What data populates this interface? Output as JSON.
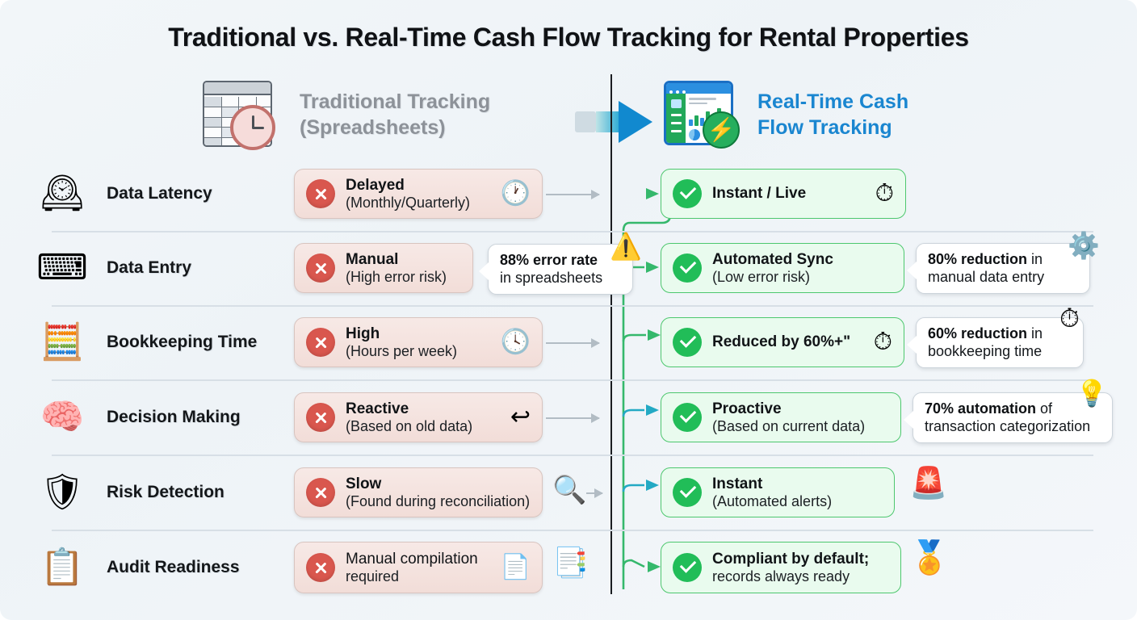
{
  "title": "Traditional vs. Real-Time Cash Flow Tracking for Rental Properties",
  "colors": {
    "accent_blue": "#1a86d0",
    "good_green": "#21bd58",
    "bad_red": "#d9574e",
    "header_gray": "#8d9299",
    "page_bg": "#eef3f7"
  },
  "headers": {
    "left": {
      "line1": "Traditional Tracking",
      "line2": "(Spreadsheets)",
      "icon": "spreadsheet-clock-icon"
    },
    "right": {
      "line1": "Real-Time Cash",
      "line2": "Flow Tracking",
      "icon": "dashboard-lightning-icon"
    },
    "transition_arrow": "right-arrow-icon"
  },
  "rows": [
    {
      "label": "Data Latency",
      "row_icon": "clock-refresh-icon",
      "bad": {
        "title": "Delayed",
        "subtitle": "(Monthly/Quarterly)",
        "icon": "clock-pause-icon"
      },
      "good": {
        "title": "Instant / Live",
        "subtitle": "",
        "icon": "stopwatch-play-icon"
      },
      "callout": null
    },
    {
      "label": "Data Entry",
      "row_icon": "keyboard-hands-icon",
      "bad": {
        "title": "Manual",
        "subtitle": "(High error risk)",
        "icon": ""
      },
      "good": {
        "title": "Automated Sync",
        "subtitle": "(Low error risk)",
        "icon": ""
      },
      "left_callout": {
        "bold": "88% error rate",
        "rest": "",
        "line2": "in spreadsheets",
        "icon": "warning-triangle-icon"
      },
      "callout": {
        "bold": "80% reduction",
        "rest": " in",
        "line2": "manual data entry",
        "icon": "gear-icon"
      }
    },
    {
      "label": "Bookkeeping Time",
      "row_icon": "calculator-coins-icon",
      "bad": {
        "title": "High",
        "subtitle": "(Hours per week)",
        "icon": "clock-rewind-icon"
      },
      "good": {
        "title": "Reduced by 60%+\"",
        "subtitle": "",
        "icon": "stopwatch-fast-icon"
      },
      "callout": {
        "bold": "60% reduction",
        "rest": " in",
        "line2": "bookkeeping time",
        "icon": "stopwatch-teal-icon"
      }
    },
    {
      "label": "Decision Making",
      "row_icon": "brain-gears-icon",
      "bad": {
        "title": "Reactive",
        "subtitle": "(Based on old data)",
        "icon": "undo-question-icon"
      },
      "good": {
        "title": "Proactive",
        "subtitle": "(Based on current data)",
        "icon": ""
      },
      "callout": {
        "bold": "70% automation",
        "rest": " of",
        "line2": "transaction categorization",
        "icon": "lightbulb-icon"
      }
    },
    {
      "label": "Risk Detection",
      "row_icon": "shield-radar-icon",
      "bad": {
        "title": "Slow",
        "subtitle": "(Found during reconciliation)",
        "icon": "magnifier-icon"
      },
      "good": {
        "title": "Instant",
        "subtitle": "(Automated alerts)",
        "icon": "alert-beacon-icon"
      },
      "callout": null
    },
    {
      "label": "Audit Readiness",
      "row_icon": "clipboard-check-icon",
      "bad": {
        "title": "Manual compilation",
        "subtitle": "required",
        "icon": "documents-question-icon",
        "plain": true
      },
      "good": {
        "title": "Compliant by default;",
        "subtitle": "records always ready",
        "icon": "award-ribbon-icon"
      },
      "callout": null
    }
  ]
}
